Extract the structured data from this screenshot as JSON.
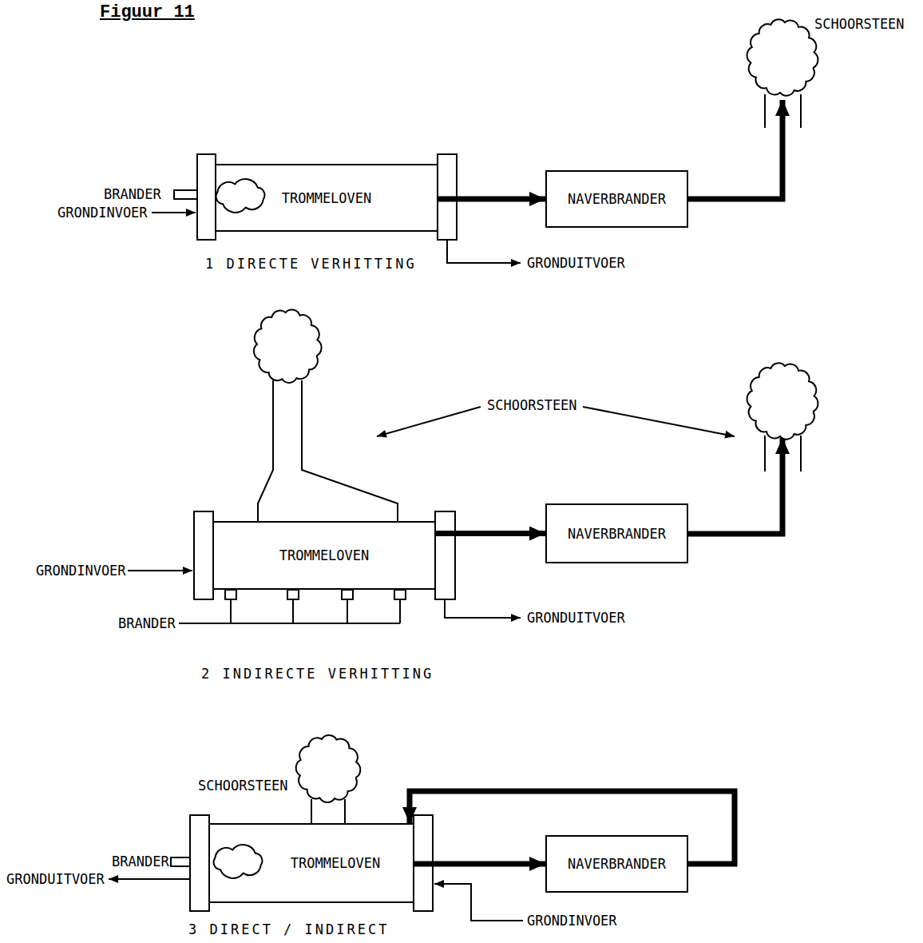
{
  "diagram": {
    "title": "Figuur 11",
    "nodes": [
      {
        "text": [
          "TROMMELOVEN"
        ]
      },
      {
        "text": [
          "NAVERBRANDER"
        ]
      },
      {
        "text": [
          "TROMMELOVEN"
        ]
      },
      {
        "text": [
          "NAVERBRANDER"
        ]
      },
      {
        "text": [
          "TROMMELOVEN"
        ]
      },
      {
        "text": [
          "NAVERBRANDER"
        ]
      }
    ],
    "edges": [
      {
        "from": 0,
        "to": 1,
        "arrow": "to"
      },
      {
        "from": 2,
        "to": 3,
        "arrow": "to"
      },
      {
        "from": 4,
        "to": 5,
        "arrow": "to"
      },
      {
        "from": 5,
        "to": 4,
        "arrow": "to"
      }
    ],
    "labels": [
      "BRANDER",
      "GRONDINVOER",
      "SCHOORSTEEN",
      "1 DIRECTE VERHITTING",
      "GRONDUITVOER",
      "SCHOORSTEEN",
      "GRONDINVOER",
      "BRANDER",
      "GRONDUITVOER",
      "2 INDIRECTE VERHITTING",
      "SCHOORSTEEN",
      "BRANDER",
      "GRONDUITVOER",
      "GRONDINVOER",
      "3 DIRECT / INDIRECT"
    ]
  }
}
